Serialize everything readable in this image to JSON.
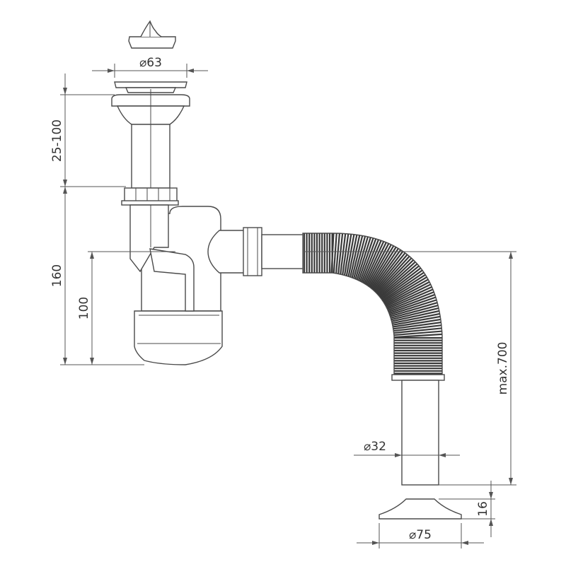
{
  "colors": {
    "line": "#4a4a4a",
    "dimension": "#555555",
    "corrugation": "#3a3a3a",
    "background": "#ffffff"
  },
  "dimensions": {
    "strainer_diameter": "⌀63",
    "height_adjust": "25-100",
    "trap_height": "160",
    "inlet_height": "100",
    "max_length": "max.700",
    "outlet_diameter": "⌀32",
    "flange_height": "16",
    "flange_diameter": "⌀75"
  }
}
